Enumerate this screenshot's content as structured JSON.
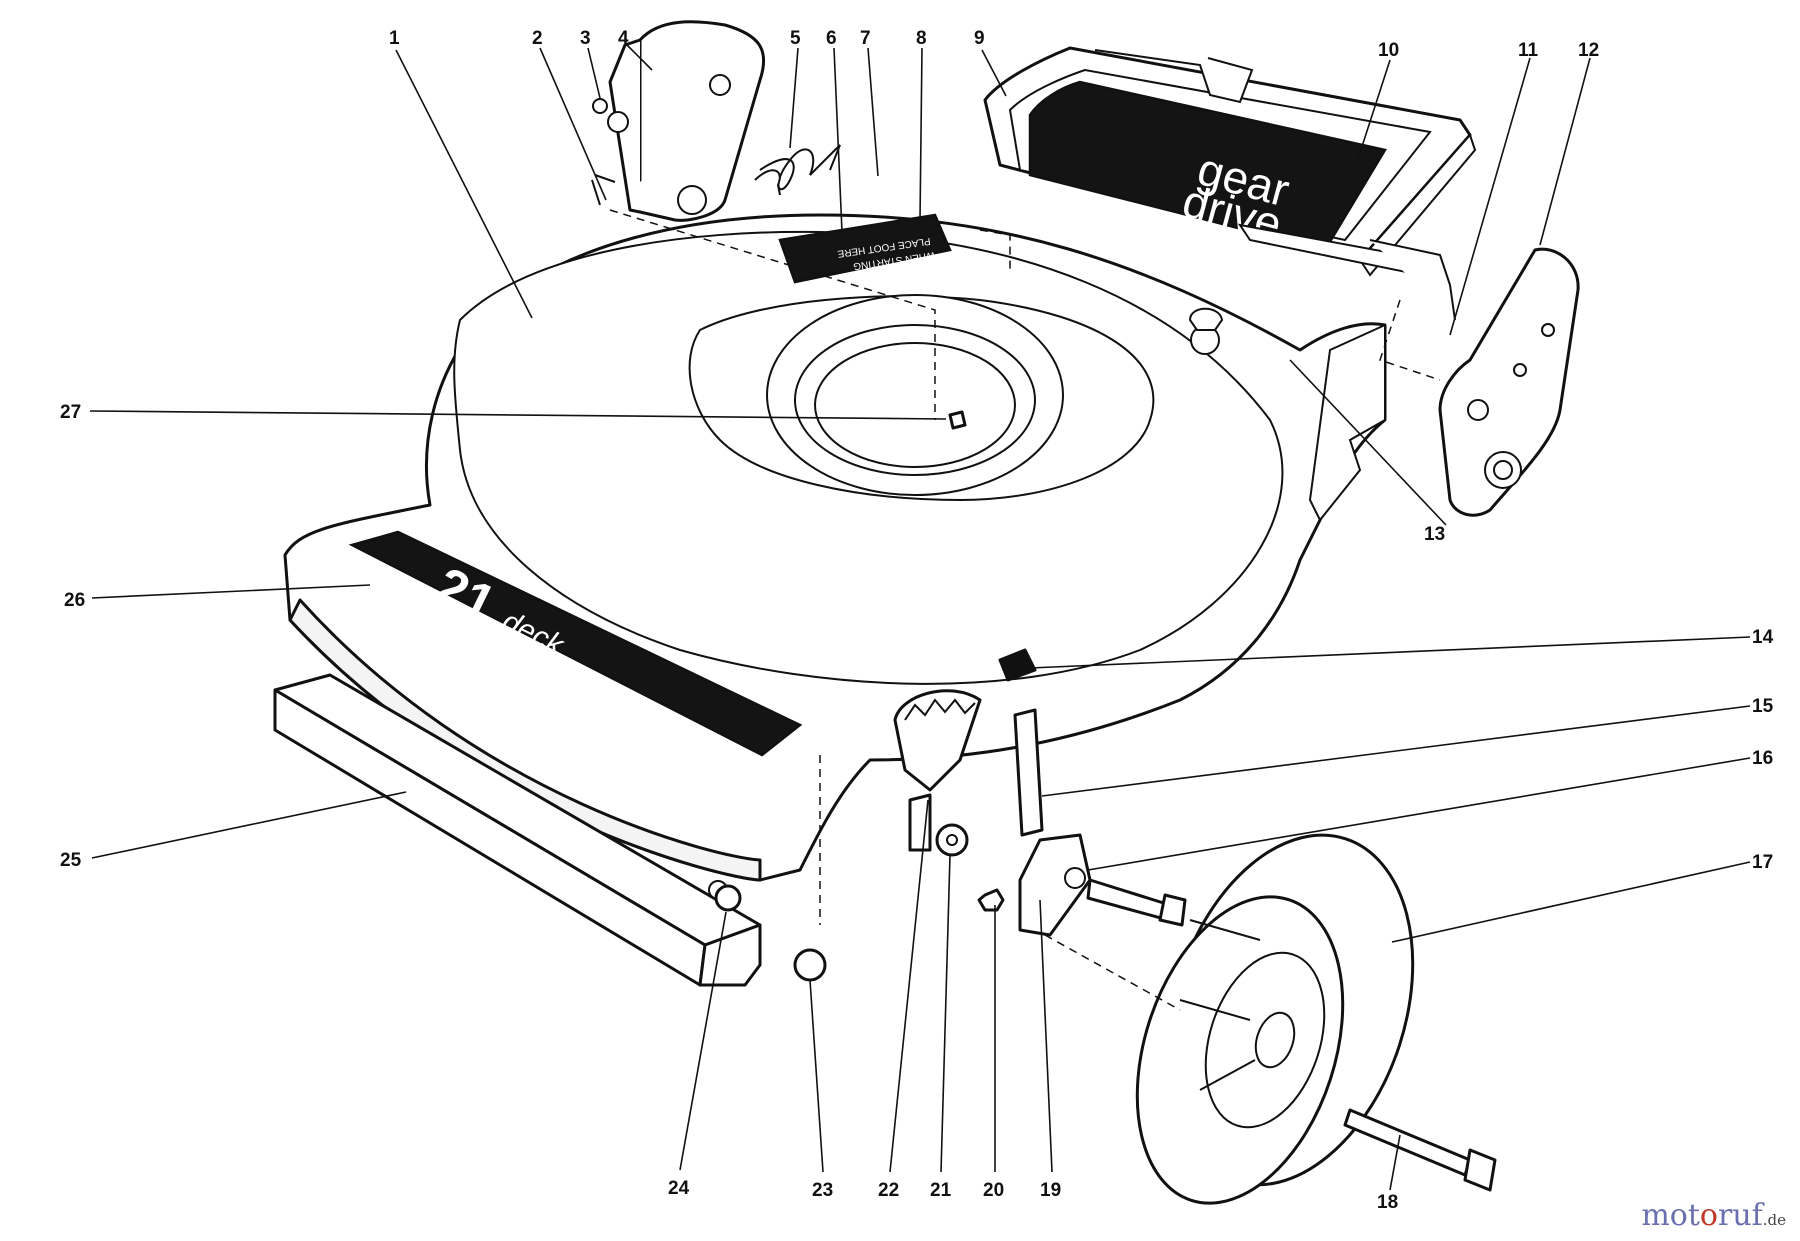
{
  "figure": {
    "decals": {
      "deck_number": "21",
      "deck_word": "deck",
      "drive_line1": "gear",
      "drive_line2": "drive",
      "warning_line1": "PLACE FOOT HERE",
      "warning_line2": "WHEN STARTING"
    },
    "callouts": [
      "1",
      "2",
      "3",
      "4",
      "5",
      "6",
      "7",
      "8",
      "9",
      "10",
      "11",
      "12",
      "13",
      "14",
      "15",
      "16",
      "17",
      "18",
      "19",
      "20",
      "21",
      "22",
      "23",
      "24",
      "25",
      "26",
      "27"
    ]
  },
  "watermark": {
    "part1": "mot",
    "part2": "o",
    "part3": "ruf",
    "suffix": ".de"
  }
}
